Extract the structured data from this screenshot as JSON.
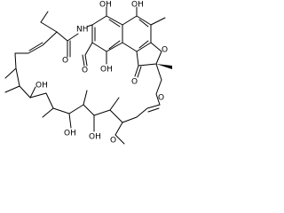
{
  "colors": {
    "bond": "#000000",
    "background": "#ffffff"
  },
  "labels": {
    "nh": "NH",
    "oh_top_left": "OH",
    "oh_top_right": "OH",
    "aldehyde_o": "O",
    "furan_o": "O",
    "oh_ring_bottom": "OH",
    "ketone_o": "O",
    "amide_o": "O",
    "oh_chain_top": "OH",
    "ester_o": "O",
    "oh_chain_left": "OH",
    "oh_chain_mid": "OH",
    "methoxy_o": "O"
  }
}
